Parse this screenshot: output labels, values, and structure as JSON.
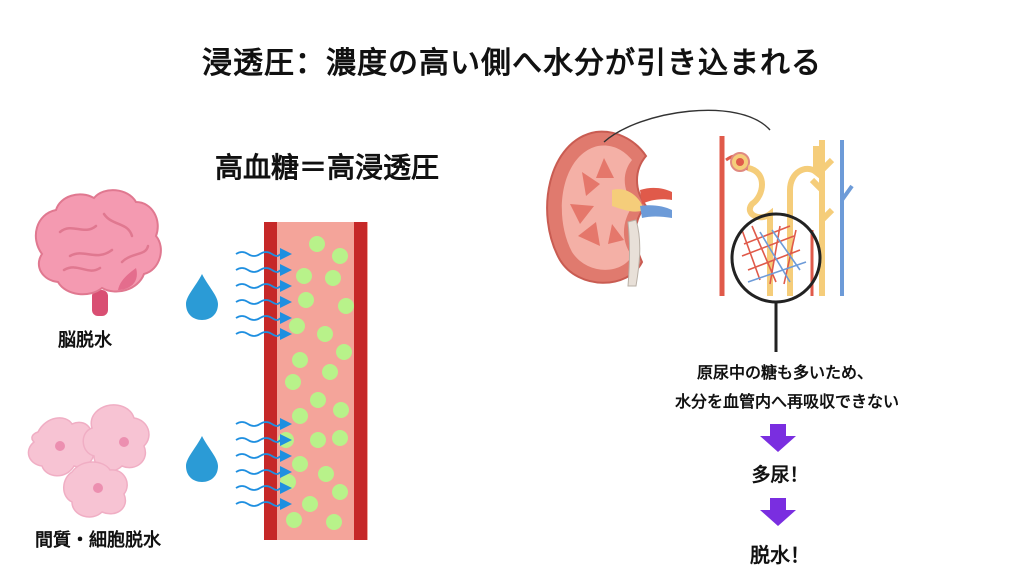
{
  "title": "浸透圧：濃度の高い側へ水分が引き込まれる",
  "subtitle": "高血糖＝高浸透圧",
  "left_panel": {
    "brain_label": "脳脱水",
    "cell_label": "間質・細胞脱水",
    "vessel_color": "#c62828",
    "plasma_color": "#f4a49a",
    "glucose_color": "#b8f28a",
    "water_arrow_color": "#1f8fe0",
    "droplet_color": "#2b9bd6"
  },
  "right_panel": {
    "explanation_line1": "原尿中の糖も多いため、",
    "explanation_line2": "水分を血管内へ再吸収できない",
    "step1": "多尿！",
    "step2": "脱水！",
    "step_arrow_color": "#7a2ee0",
    "kidney_color": "#e07a6e",
    "artery_color": "#e05a4a",
    "vein_color": "#6d9bd8",
    "tubule_color": "#f5cd7a"
  }
}
